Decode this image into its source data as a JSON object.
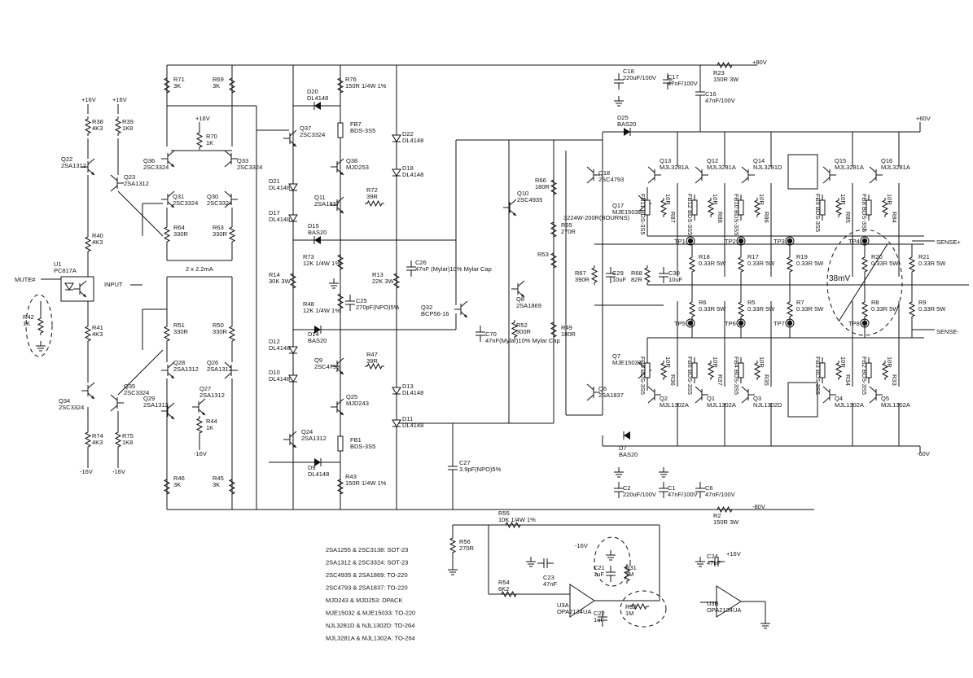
{
  "rails": {
    "p80": "+80V",
    "n80": "-80V",
    "p60": "+60V",
    "n60": "-60V",
    "p16": "+16V",
    "n16": "-16V"
  },
  "signals": {
    "mute": "MUTE#",
    "input": "INPUT",
    "sense_p": "SENSE+",
    "sense_n": "SENSE-"
  },
  "annotations": {
    "tail_current": "2 x 2.2mA",
    "bias_voltage": "38mV"
  },
  "input_stage": [
    {
      "ref": "R38",
      "val": "4K3"
    },
    {
      "ref": "R39",
      "val": "1K8"
    },
    {
      "ref": "Q22",
      "val": "2SA1312"
    },
    {
      "ref": "Q23",
      "val": "2SA1312"
    },
    {
      "ref": "R40",
      "val": "4K3"
    },
    {
      "ref": "U1",
      "val": "PC817A"
    },
    {
      "ref": "R42",
      "val": "1K"
    },
    {
      "ref": "R41",
      "val": "4K3"
    },
    {
      "ref": "Q34",
      "val": "2SC3324"
    },
    {
      "ref": "Q35",
      "val": "2SC3324"
    },
    {
      "ref": "R74",
      "val": "4K3"
    },
    {
      "ref": "R75",
      "val": "1K8"
    }
  ],
  "diff_stage": [
    {
      "ref": "R71",
      "val": "3K"
    },
    {
      "ref": "R69",
      "val": "3K"
    },
    {
      "ref": "R70",
      "val": "1K"
    },
    {
      "ref": "Q36",
      "val": "2SC3324"
    },
    {
      "ref": "Q33",
      "val": "2SC3324"
    },
    {
      "ref": "Q31",
      "val": "2SC3324"
    },
    {
      "ref": "Q30",
      "val": "2SC3324"
    },
    {
      "ref": "R64",
      "val": "330R"
    },
    {
      "ref": "R63",
      "val": "330R"
    },
    {
      "ref": "R51",
      "val": "330R"
    },
    {
      "ref": "R50",
      "val": "330R"
    },
    {
      "ref": "Q28",
      "val": "2SA1312"
    },
    {
      "ref": "Q26",
      "val": "2SA1312"
    },
    {
      "ref": "Q27",
      "val": "2SA1312"
    },
    {
      "ref": "Q29",
      "val": "2SA1312"
    },
    {
      "ref": "R44",
      "val": "1K"
    },
    {
      "ref": "R46",
      "val": "3K"
    },
    {
      "ref": "R45",
      "val": "3K"
    }
  ],
  "vas_stage": [
    {
      "ref": "R76",
      "val": "150R 1/4W 1%"
    },
    {
      "ref": "D20",
      "val": "DL4148"
    },
    {
      "ref": "Q37",
      "val": "2SC3324"
    },
    {
      "ref": "FB7",
      "val": "BDS-3S5"
    },
    {
      "ref": "Q38",
      "val": "MJD253"
    },
    {
      "ref": "D22",
      "val": "DL4148"
    },
    {
      "ref": "D18",
      "val": "DL4148"
    },
    {
      "ref": "D21",
      "val": "DL4148"
    },
    {
      "ref": "R72",
      "val": "39R"
    },
    {
      "ref": "Q11",
      "val": "2SA1837"
    },
    {
      "ref": "D17",
      "val": "DL4148"
    },
    {
      "ref": "D15",
      "val": "BAS20"
    },
    {
      "ref": "R73",
      "val": "12K 1/4W 1%"
    },
    {
      "ref": "R14",
      "val": "30K 3W"
    },
    {
      "ref": "R13",
      "val": "22K 3W"
    },
    {
      "ref": "C26",
      "val": "47nF (Mylar)10% Mylar Cap"
    },
    {
      "ref": "R48",
      "val": "12K 1/4W 1%"
    },
    {
      "ref": "C25",
      "val": "270pF(NPO)5%"
    },
    {
      "ref": "D14",
      "val": "BAS20"
    },
    {
      "ref": "R47",
      "val": "39R"
    },
    {
      "ref": "D12",
      "val": "DL4148"
    },
    {
      "ref": "Q9",
      "val": "2SC4793"
    },
    {
      "ref": "D10",
      "val": "DL4148"
    },
    {
      "ref": "Q25",
      "val": "MJD243"
    },
    {
      "ref": "D13",
      "val": "DL4148"
    },
    {
      "ref": "D11",
      "val": "DL4148"
    },
    {
      "ref": "Q24",
      "val": "2SA1312"
    },
    {
      "ref": "FB1",
      "val": "BDS-3S5"
    },
    {
      "ref": "D9",
      "val": "DL4148"
    },
    {
      "ref": "R43",
      "val": "150R 1/4W 1%"
    },
    {
      "ref": "Q32",
      "val": "BCP56-16"
    },
    {
      "ref": "C70",
      "val": "47nF(Mylar)10% Mylar Cap"
    },
    {
      "ref": "C27",
      "val": "3.9pF(NPO)5%"
    }
  ],
  "bias_driver": [
    {
      "ref": "R66",
      "val": "180R"
    },
    {
      "ref": "Q10",
      "val": "2SC4935"
    },
    {
      "ref": "Q18",
      "val": "2SC4793"
    },
    {
      "ref": "Q17",
      "val": "MJE15032"
    },
    {
      "ref": "R65",
      "val": "270R"
    },
    {
      "ref": "R53",
      "val": ""
    },
    {
      "ref": "3224W-200R(BOURNS)",
      "val": ""
    },
    {
      "ref": "Q8",
      "val": "2SA1869"
    },
    {
      "ref": "R52",
      "val": "300R"
    },
    {
      "ref": "R49",
      "val": "180R"
    },
    {
      "ref": "R67",
      "val": "390R"
    },
    {
      "ref": "C29",
      "val": "10uF"
    },
    {
      "ref": "R68",
      "val": "82R"
    },
    {
      "ref": "C30",
      "val": "10uF"
    },
    {
      "ref": "Q7",
      "val": "MJE15033"
    },
    {
      "ref": "Q6",
      "val": "2SA1837"
    },
    {
      "ref": "D25",
      "val": "BAS20"
    },
    {
      "ref": "D7",
      "val": "BAS20"
    }
  ],
  "output_top": [
    {
      "ref": "Q13",
      "val": "MJL3281A"
    },
    {
      "ref": "Q12",
      "val": "MJL3281A"
    },
    {
      "ref": "Q14",
      "val": "NJL3281D"
    },
    {
      "ref": "Q15",
      "val": "MJL3281A"
    },
    {
      "ref": "Q16",
      "val": "MJL3281A"
    }
  ],
  "output_bottom": [
    {
      "ref": "Q2",
      "val": "MJL1302A"
    },
    {
      "ref": "Q1",
      "val": "MJL1302A"
    },
    {
      "ref": "Q3",
      "val": "NJL1302D"
    },
    {
      "ref": "Q4",
      "val": "MJL1302A"
    },
    {
      "ref": "Q5",
      "val": "MJL1302A"
    }
  ],
  "ferrite_top": [
    {
      "fb": "FB11 BDS-3S5",
      "r": "10R",
      "rn": "R87"
    },
    {
      "fb": "FB12 BDS-3S5",
      "r": "10R",
      "rn": "R88"
    },
    {
      "fb": "FB10 BDS-3S5",
      "r": "10R",
      "rn": "R86"
    },
    {
      "fb": "FB9 BDS-3S5",
      "r": "10R",
      "rn": "R85"
    },
    {
      "fb": "FB8 BDS-3S5",
      "r": "10R",
      "rn": "R84"
    }
  ],
  "ferrite_bottom": [
    {
      "fb": "FB5 BDS-3S5",
      "r": "10R",
      "rn": "R36"
    },
    {
      "fb": "FB6 BDS-3S5",
      "r": "10R",
      "rn": "R37"
    },
    {
      "fb": "FB4 BDS-3S5",
      "r": "10R",
      "rn": "R35"
    },
    {
      "fb": "FB3 BDS-3S5",
      "r": "10R",
      "rn": "R34"
    },
    {
      "fb": "FB2 BDS-3S5",
      "r": "10R",
      "rn": "R33"
    }
  ],
  "emitter_top": [
    {
      "ref": "R18",
      "val": "0.33R 5W"
    },
    {
      "ref": "R17",
      "val": "0.33R 5W"
    },
    {
      "ref": "R19",
      "val": "0.33R 5W"
    },
    {
      "ref": "R20",
      "val": "0.33R 5W"
    },
    {
      "ref": "R21",
      "val": "0.33R 5W"
    }
  ],
  "emitter_bottom": [
    {
      "ref": "R6",
      "val": "0.33R 5W"
    },
    {
      "ref": "R5",
      "val": "0.33R 5W"
    },
    {
      "ref": "R7",
      "val": "0.33R 5W"
    },
    {
      "ref": "R8",
      "val": "0.33R 5W"
    },
    {
      "ref": "R9",
      "val": "0.33R 5W"
    }
  ],
  "testpoints": [
    "TP1",
    "TP2",
    "TP3",
    "TP4",
    "TP5",
    "TP6",
    "TP7",
    "TP8"
  ],
  "supply": [
    {
      "ref": "C18",
      "val": "220uF/100V"
    },
    {
      "ref": "C17",
      "val": "47nF/100V"
    },
    {
      "ref": "R23",
      "val": "150R 3W"
    },
    {
      "ref": "C16",
      "val": "47nF/100V"
    },
    {
      "ref": "C2",
      "val": "220uF/100V"
    },
    {
      "ref": "C1",
      "val": "47nF/100V"
    },
    {
      "ref": "C6",
      "val": "47nF/100V"
    },
    {
      "ref": "R2",
      "val": "150R 3W"
    }
  ],
  "feedback": [
    {
      "ref": "R55",
      "val": "10K 1/4W 1%"
    },
    {
      "ref": "R56",
      "val": "270R"
    },
    {
      "ref": "R54",
      "val": "6K2"
    },
    {
      "ref": "C23",
      "val": "47nF"
    },
    {
      "ref": "C21",
      "val": "1uF"
    },
    {
      "ref": "R31",
      "val": "1M"
    },
    {
      "ref": "R32",
      "val": "1M"
    },
    {
      "ref": "C22",
      "val": "1uF"
    },
    {
      "ref": "U3A",
      "val": "OPA2134UA"
    },
    {
      "ref": "C24",
      "val": "47nF"
    },
    {
      "ref": "U3B",
      "val": "OPA2134UA"
    }
  ],
  "packages": [
    "2SA1255 & 2SC3138: SOT-23",
    "2SA1312 & 2SC3324: SOT-23",
    "2SC4935 & 2SA1869: TO-220",
    "2SC4793 & 2SA1837: TO-220",
    "MJD243 & MJD253: DPACK",
    "MJE15032 & MJE15033: TO-220",
    "NJL3281D & NJL1302D: TO-264",
    "MJL3281A & MJL1302A: TO-264"
  ]
}
